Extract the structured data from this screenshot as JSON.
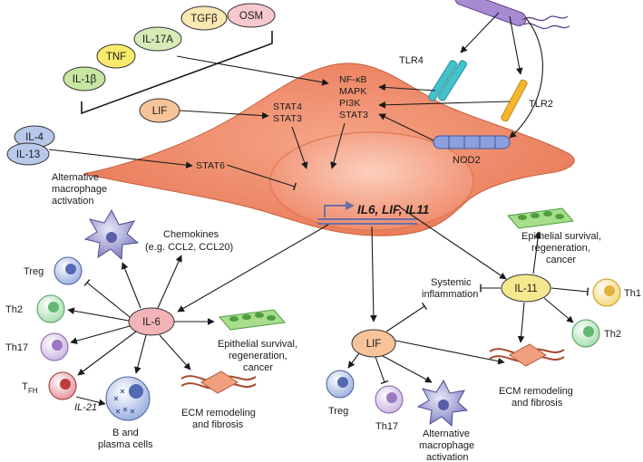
{
  "cytokines_top": {
    "osm": "OSM",
    "tgfb": "TGFβ",
    "il17a": "IL-17A",
    "tnf": "TNF",
    "il1b": "IL-1β"
  },
  "lif_input": "LIF",
  "il4": "IL-4",
  "il13": "IL-13",
  "receptors": {
    "tlr4": "TLR4",
    "tlr2": "TLR2",
    "nod2": "NOD2"
  },
  "nfkb_group": [
    "NF-κB",
    "MAPK",
    "PI3K",
    "STAT3"
  ],
  "stat_group": [
    "STAT4",
    "STAT3"
  ],
  "stat6": "STAT6",
  "genes": "IL6, LIF, IL11",
  "il6_branch": {
    "center": "IL-6",
    "alt_macrophage": [
      "Alternative",
      "macrophage",
      "activation"
    ],
    "chemokines": [
      "Chemokines",
      "(e.g. CCL2, CCL20)"
    ],
    "treg": "Treg",
    "th2": "Th2",
    "th17": "Th17",
    "tfh_main": "T",
    "tfh_sub": "FH",
    "il21": "IL-21",
    "b_cells": [
      "B and",
      "plasma cells"
    ],
    "ecm": [
      "ECM remodeling",
      "and fibrosis"
    ],
    "epithelial": [
      "Epithelial survival,",
      "regeneration,",
      "cancer"
    ]
  },
  "lif_branch": {
    "center": "LIF",
    "treg": "Treg",
    "th17": "Th17",
    "alt_macrophage": [
      "Alternative",
      "macrophage",
      "activation"
    ],
    "ecm": [
      "ECM remodeling",
      "and fibrosis"
    ],
    "systemic": [
      "Systemic",
      "inflammation"
    ]
  },
  "il11_branch": {
    "center": "IL-11",
    "epithelial": [
      "Epithelial survival,",
      "regeneration,",
      "cancer"
    ],
    "th1": "Th1",
    "th2": "Th2"
  },
  "colors": {
    "fibroblast": "#ef8f70",
    "nucleus": "#f6ad92",
    "il6_oval": "#f3b4b7",
    "lif_oval": "#f7c49a",
    "il11_oval": "#f6e88f",
    "tlr4": "#3fbfca",
    "tlr2": "#f5b62d",
    "nod2": "#7f95d6",
    "bacterium": "#9f85cf"
  }
}
